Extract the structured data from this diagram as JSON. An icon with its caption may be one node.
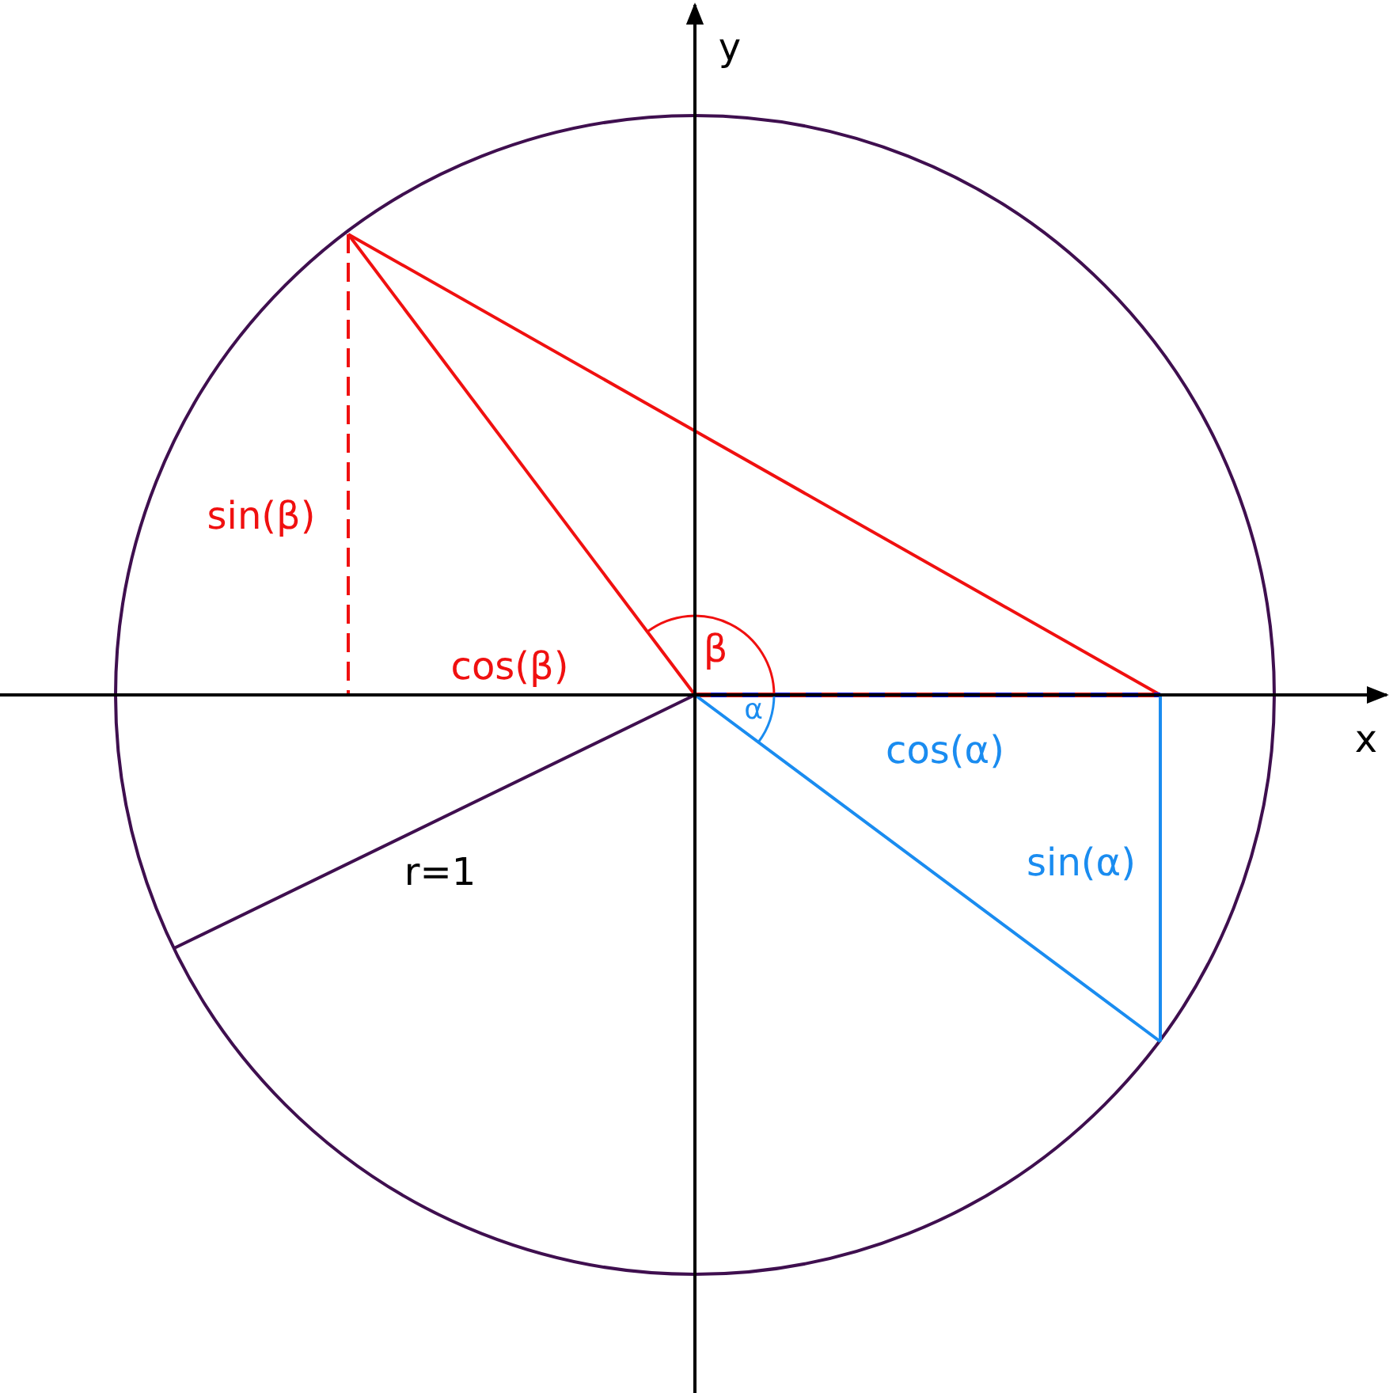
{
  "diagram": {
    "labels": [
      "y",
      "sin(β)",
      "β",
      "cos(β)",
      "x",
      "α",
      "cos(α)",
      "sin(α)",
      "r=1"
    ]
  }
}
